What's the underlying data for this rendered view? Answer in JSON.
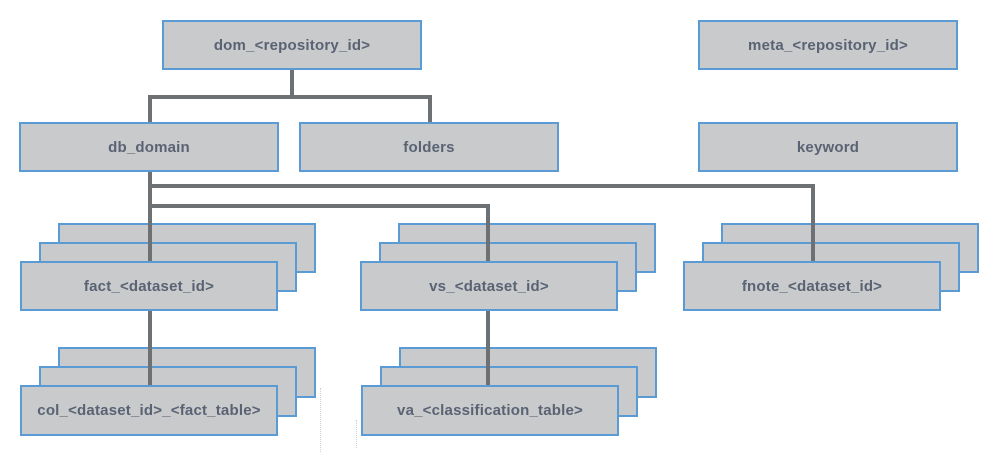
{
  "diagram": {
    "type": "database-schema-hierarchy",
    "nodes": {
      "dom": {
        "label": "dom_<repository_id>",
        "stacked": false
      },
      "meta": {
        "label": "meta_<repository_id>",
        "stacked": false
      },
      "db_domain": {
        "label": "db_domain",
        "stacked": false
      },
      "folders": {
        "label": "folders",
        "stacked": false
      },
      "keyword": {
        "label": "keyword",
        "stacked": false
      },
      "fact": {
        "label": "fact_<dataset_id>",
        "stacked": true
      },
      "vs": {
        "label": "vs_<dataset_id>",
        "stacked": true
      },
      "fnote": {
        "label": "fnote_<dataset_id>",
        "stacked": true
      },
      "col": {
        "label": "col_<dataset_id>_<fact_table>",
        "stacked": true
      },
      "va": {
        "label": "va_<classification_table>",
        "stacked": true
      }
    },
    "edges": [
      {
        "from": "dom_<repository_id>",
        "to": "db_domain"
      },
      {
        "from": "dom_<repository_id>",
        "to": "folders"
      },
      {
        "from": "db_domain",
        "to": "fact_<dataset_id>"
      },
      {
        "from": "db_domain",
        "to": "vs_<dataset_id>"
      },
      {
        "from": "db_domain",
        "to": "fnote_<dataset_id>"
      },
      {
        "from": "fact_<dataset_id>",
        "to": "col_<dataset_id>_<fact_table>"
      },
      {
        "from": "vs_<dataset_id>",
        "to": "va_<classification_table>"
      }
    ],
    "colors": {
      "box_fill": "#c8cacc",
      "box_border": "#5b9bd5",
      "connector": "#6e7173",
      "label_text": "#5a6373"
    }
  }
}
